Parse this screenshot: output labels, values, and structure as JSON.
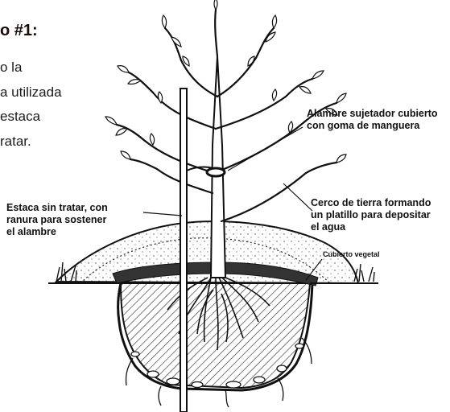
{
  "text_block": {
    "heading": "o #1:",
    "lines": [
      "o la",
      "a utilizada",
      "estaca",
      "ratar."
    ]
  },
  "diagram_labels": {
    "wire_holder": [
      "Alambre sujetador cubierto",
      "con goma de manguera"
    ],
    "untreated_stake": [
      "Estaca sin tratar, con",
      "ranura para sostener",
      "el alambre"
    ],
    "soil_ring": [
      "Cerco de tierra formando",
      "un platillo para depositar",
      "el agua"
    ],
    "mulch": "Cubierto vegetal"
  }
}
